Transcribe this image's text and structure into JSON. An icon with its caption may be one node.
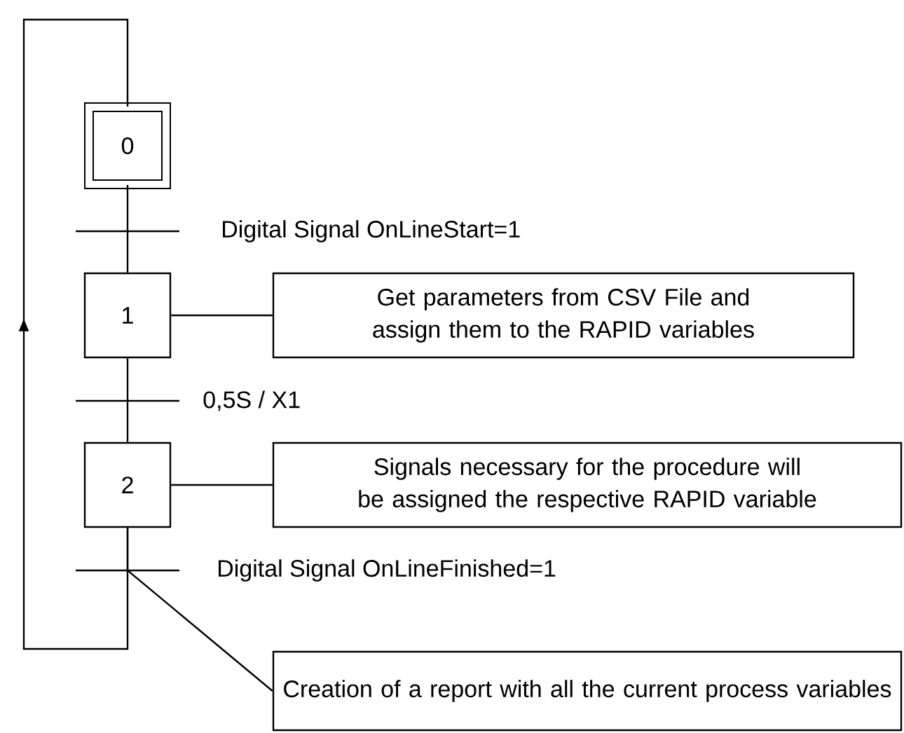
{
  "diagram": {
    "nodes": [
      {
        "text": [
          "0"
        ]
      },
      {
        "text": [
          "1"
        ]
      },
      {
        "text": [
          "2"
        ]
      },
      {
        "text": [
          "Get parameters from CSV File and assign them to the RAPID variables"
        ]
      },
      {
        "text": [
          "Signals necessary for the procedure will be assigned the respective RAPID variable"
        ]
      },
      {
        "text": [
          "Creation of a report with all the current process variables"
        ]
      }
    ],
    "edges": [
      {
        "from": 0,
        "to": 1,
        "arrow": "none",
        "label": "Digital Signal OnLineStart=1"
      },
      {
        "from": 1,
        "to": 2,
        "arrow": "none",
        "label": "0,5S / X1"
      },
      {
        "from": 2,
        "to": 0,
        "arrow": "to",
        "label": "Digital Signal OnLineFinished=1"
      },
      {
        "from": 1,
        "to": 3,
        "arrow": "none"
      },
      {
        "from": 2,
        "to": 4,
        "arrow": "none"
      },
      {
        "from": 2,
        "to": 5,
        "arrow": "none"
      }
    ]
  }
}
